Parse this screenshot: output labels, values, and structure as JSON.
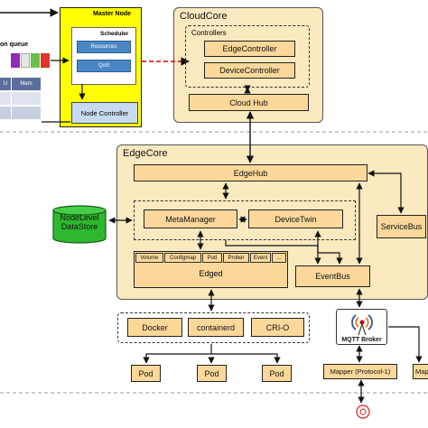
{
  "master": {
    "title": "Master Node",
    "scheduler": "Scheduler",
    "resources": "Resources",
    "qos": "QoS",
    "node_controller": "Node Controller",
    "queue_label": "on queue",
    "table_headers": [
      "U",
      "Mem"
    ]
  },
  "cloudcore": {
    "title": "CloudCore",
    "controllers_label": "Controllers",
    "edge_controller": "EdgeController",
    "device_controller": "DeviceController",
    "cloud_hub": "Cloud Hub"
  },
  "edgecore": {
    "title": "EdgeCore",
    "edgehub": "EdgeHub",
    "metamanager": "MetaManager",
    "devicetwin": "DeviceTwin",
    "servicebus": "ServiceBus",
    "eventbus": "EventBus",
    "edged": "Edged",
    "edged_tabs": [
      "Volume",
      "Configmap",
      "Pod",
      "Prober",
      "Event",
      "..."
    ]
  },
  "datastore": {
    "line1": "NodeLevel",
    "line2": "DataStore"
  },
  "runtimes": [
    "Docker",
    "containerd",
    "CRI-O"
  ],
  "pods": [
    "Pod",
    "Pod",
    "Pod"
  ],
  "mqtt": {
    "label": "MQTT Broker"
  },
  "mapper": {
    "label": "Mapper (Protocol-1)",
    "label2": "Map"
  },
  "colors": {
    "master_fill": "#ffff00",
    "panel_fill": "#fbe9bf",
    "box_fill": "#fbd89a",
    "blue_box": "#5b9bd5",
    "red_dash": "#e00000",
    "datastore": "#2eb82e"
  }
}
